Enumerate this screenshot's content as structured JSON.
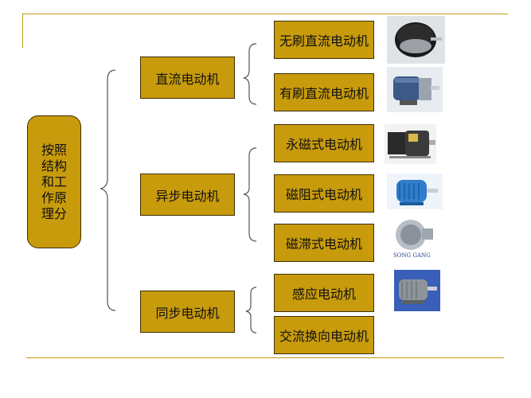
{
  "root": {
    "label": "按照结构和工作原理分"
  },
  "categories": [
    {
      "label": "直流电动机",
      "children": [
        "无刷直流电动机",
        "有刷直流电动机"
      ]
    },
    {
      "label": "异步电动机",
      "children": [
        "永磁式电动机",
        "磁阻式电动机",
        "磁滞式电动机"
      ]
    },
    {
      "label": "同步电动机",
      "children": [
        "感应电动机",
        "交流换向电动机"
      ]
    }
  ],
  "photo_captions": {
    "hysteresis": "SONG GANG"
  },
  "colors": {
    "box_fill": "#c89b0c",
    "rule": "#c49a10",
    "brace": "#555555"
  },
  "icons": [
    "motor-brushless-photo",
    "motor-brushed-photo",
    "motor-pm-photo",
    "motor-reluctance-photo",
    "motor-hysteresis-photo",
    "motor-induction-photo"
  ]
}
